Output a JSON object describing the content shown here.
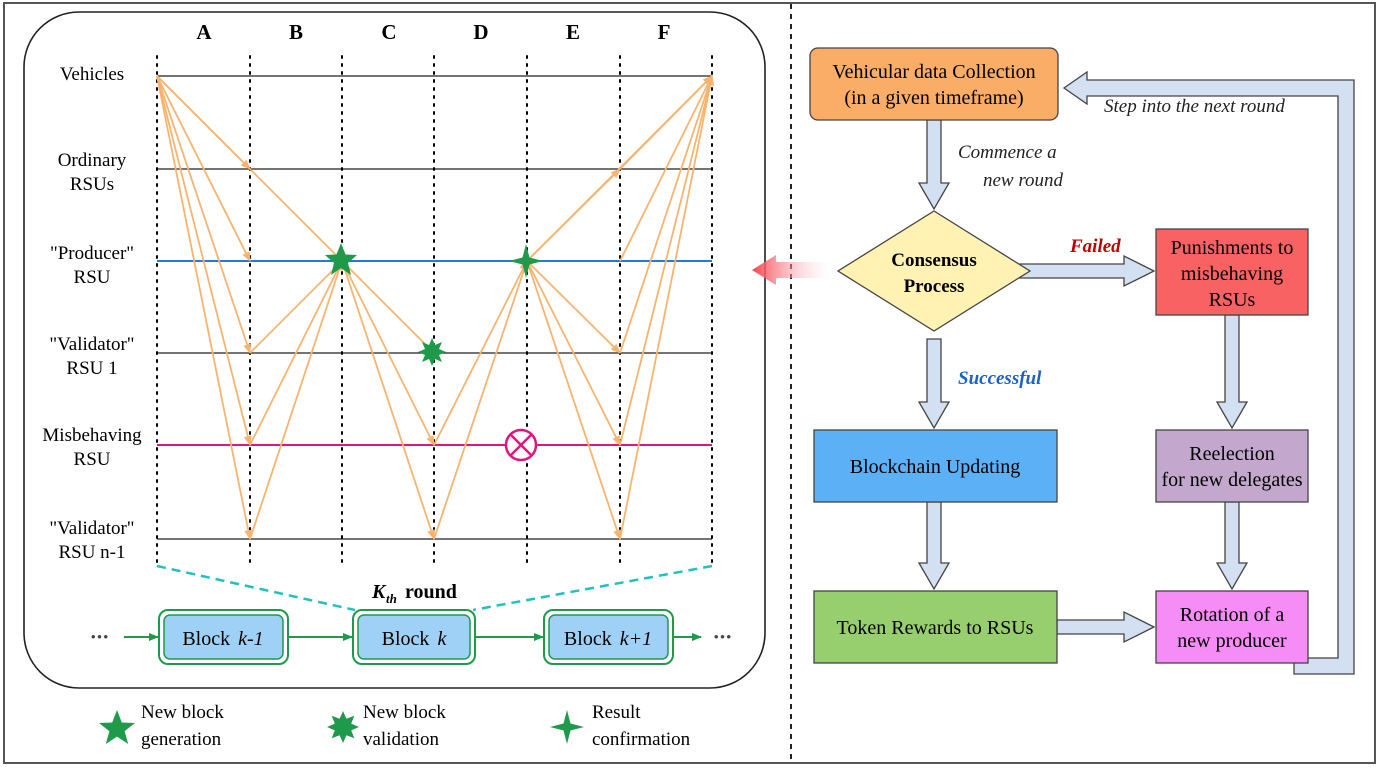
{
  "columns": [
    "A",
    "B",
    "C",
    "D",
    "E",
    "F"
  ],
  "rows": [
    {
      "line1": "Vehicles",
      "line2": ""
    },
    {
      "line1": "Ordinary",
      "line2": "RSUs"
    },
    {
      "line1": "\"Producer\"",
      "line2": "RSU"
    },
    {
      "line1": "\"Validator\"",
      "line2": "RSU 1"
    },
    {
      "line1": "Misbehaving",
      "line2": "RSU"
    },
    {
      "line1": "\"Validator\"",
      "line2": "RSU n-1"
    }
  ],
  "round_label": {
    "k": "K",
    "sub": "th",
    "rest": " round"
  },
  "chain": {
    "prefix": "Block",
    "blocks": [
      {
        "word": "Block",
        "index": "k-1"
      },
      {
        "word": "Block",
        "index": "k"
      },
      {
        "word": "Block",
        "index": "k+1"
      }
    ],
    "ellipsis": "•••"
  },
  "legend": [
    {
      "icon": "five-point-star",
      "line1": "New block",
      "line2": "generation"
    },
    {
      "icon": "multi-point-star",
      "line1": "New block",
      "line2": "validation"
    },
    {
      "icon": "four-point-star",
      "line1": "Result",
      "line2": "confirmation"
    }
  ],
  "flow": {
    "collection": {
      "line1": "Vehicular data Collection",
      "line2": "(in a given timeframe)"
    },
    "consensus": {
      "line1": "Consensus",
      "line2": "Process"
    },
    "punish": {
      "line1": "Punishments to",
      "line2": "misbehaving",
      "line3": "RSUs"
    },
    "blockchain": "Blockchain Updating",
    "reelection": {
      "line1": "Reelection",
      "line2": "for new delegates"
    },
    "token": "Token Rewards to RSUs",
    "rotation": {
      "line1": "Rotation of a",
      "line2": "new producer"
    },
    "commence": {
      "line1": "Commence a",
      "line2": "new round"
    },
    "failed": "Failed",
    "successful": "Successful",
    "next_round": "Step into the next round"
  },
  "colors": {
    "orange_box": "#f9ad67",
    "yellow_diamond": "#fff2b3",
    "red_box": "#f86262",
    "blue_box": "#5bb0f6",
    "purple_box": "#c3a7cc",
    "green_box": "#98cf6e",
    "magenta_box": "#f68cf5",
    "arrow_fill": "#d3e0f1",
    "orange_arrow": "#f8b46f",
    "producer_line": "#1f7be0",
    "misbehave_line": "#e0157f",
    "green_star": "#1f9a4a",
    "failed_text": "#c00000",
    "success_text": "#1a62c8"
  }
}
